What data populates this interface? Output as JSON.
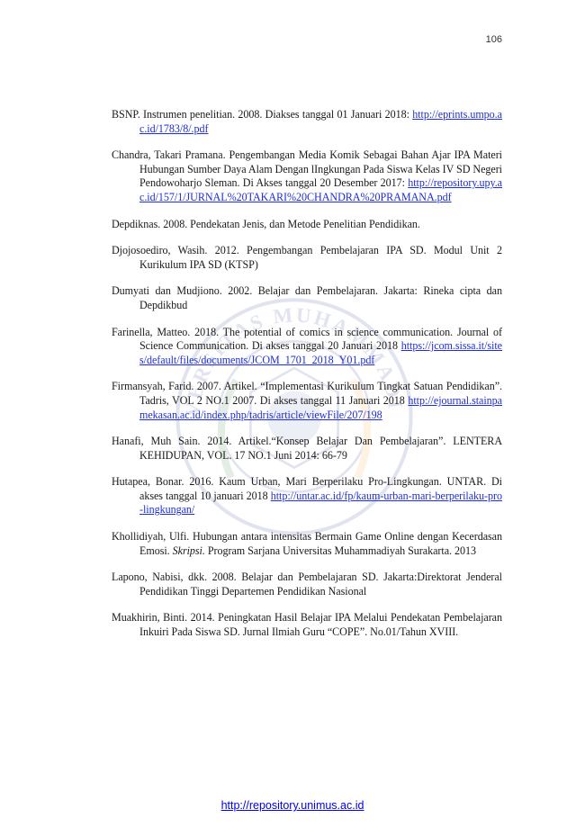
{
  "page": {
    "number": "106"
  },
  "watermark": {
    "text": "UNIVERSITAS MUHAMMADIYAH"
  },
  "references": [
    {
      "text": "BSNP. Instrumen penelitian. 2008. Diakses tanggal 01 Januari 2018:",
      "url": "http://eprints.umpo.ac.id/1783/8/.pdf"
    },
    {
      "text": "Chandra, Takari Pramana. Pengembangan Media Komik Sebagai Bahan Ajar IPA Materi Hubungan Sumber Daya Alam Dengan lIngkungan Pada Siswa Kelas IV SD Negeri Pendowoharjo Sleman. Di Akses tanggal 20 Desember 2017:",
      "url": "http://repository.upy.ac.id/157/1/JURNAL%20TAKARI%20CHANDRA%20PRAMANA.pdf"
    },
    {
      "text": "Depdiknas. 2008. Pendekatan Jenis, dan Metode Penelitian Pendidikan."
    },
    {
      "text": "Djojosoediro, Wasih. 2012. Pengembangan Pembelajaran IPA SD. Modul Unit 2 Kurikulum IPA SD (KTSP)"
    },
    {
      "text": "Dumyati dan Mudjiono. 2002. Belajar dan Pembelajaran. Jakarta: Rineka cipta dan Depdikbud"
    },
    {
      "text": "Farinella, Matteo. 2018. The potential of comics in science communication. Journal of Science Communication. Di akses tanggal 20 Januari 2018",
      "url": "https://jcom.sissa.it/sites/default/files/documents/JCOM_1701_2018_Y01.pdf"
    },
    {
      "text": "Firmansyah, Farid. 2007. Artikel. “Implementasi Kurikulum Tingkat Satuan Pendidikan”. Tadris, VOL 2 NO.1 2007. Di akses tanggal 11 Januari 2018",
      "url": "http://ejournal.stainpamekasan.ac.id/index.php/tadris/article/viewFile/207/198"
    },
    {
      "text": "Hanafi, Muh Sain. 2014. Artikel.“Konsep Belajar Dan Pembelajaran”. LENTERA KEHIDUPAN, VOL. 17 NO.1 Juni 2014: 66-79"
    },
    {
      "text": "Hutapea, Bonar. 2016. Kaum Urban, Mari Berperilaku Pro-Lingkungan. UNTAR. Di akses tanggal 10 januari 2018",
      "url": "http://untar.ac.id/fp/kaum-urban-mari-berperilaku-pro-lingkungan/"
    },
    {
      "text_before": "Khollidiyah, Ulfi. Hubungan antara intensitas Bermain Game Online dengan Kecerdasan Emosi.",
      "italic": "Skripsi.",
      "text_after": "Program Sarjana Universitas Muhammadiyah Surakarta. 2013"
    },
    {
      "text": "Lapono, Nabisi, dkk. 2008. Belajar dan Pembelajaran SD. Jakarta:Direktorat Jenderal Pendidikan Tinggi Departemen Pendidikan Nasional"
    },
    {
      "text": "Muakhirin, Binti. 2014. Peningkatan Hasil Belajar IPA Melalui Pendekatan Pembelajaran Inkuiri Pada Siswa SD. Jurnal Ilmiah Guru “COPE”. No.01/Tahun XVIII."
    }
  ],
  "footer": {
    "link": "http://repository.unimus.ac.id"
  }
}
